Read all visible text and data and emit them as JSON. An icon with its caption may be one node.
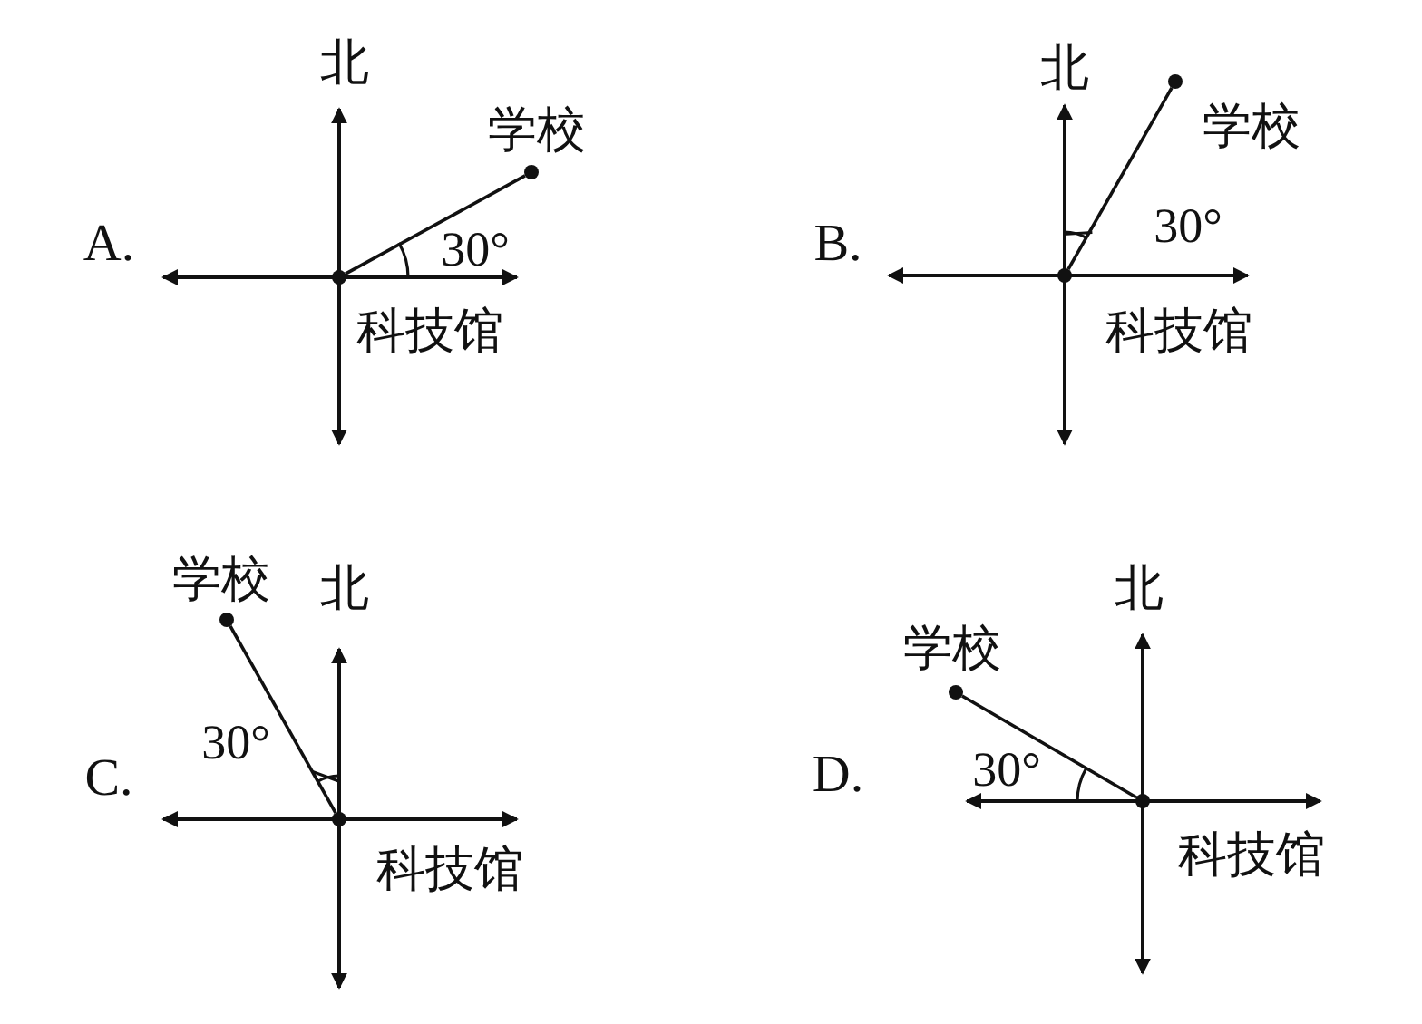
{
  "diagram": {
    "nodes": [
      {
        "text": [],
        "shape": "circle",
        "beside": [
          "科技馆"
        ]
      },
      {
        "text": [],
        "shape": "circle",
        "beside": [
          "学校"
        ]
      },
      {
        "text": [],
        "shape": "circle",
        "beside": [
          "科技馆"
        ]
      },
      {
        "text": [],
        "shape": "circle",
        "beside": [
          "学校"
        ]
      },
      {
        "text": [],
        "shape": "circle",
        "beside": [
          "科技馆"
        ]
      },
      {
        "text": [],
        "shape": "circle",
        "beside": [
          "学校"
        ]
      },
      {
        "text": [],
        "shape": "circle",
        "beside": [
          "科技馆"
        ]
      },
      {
        "text": [],
        "shape": "circle",
        "beside": [
          "学校"
        ]
      }
    ],
    "edges": [
      {
        "from": 0,
        "to": 1,
        "arrow": "none"
      },
      {
        "from": 2,
        "to": 3,
        "arrow": "none"
      },
      {
        "from": 4,
        "to": 5,
        "arrow": "none"
      },
      {
        "from": 6,
        "to": 7,
        "arrow": "none"
      }
    ],
    "labels": [
      "A.",
      "北",
      "30°",
      "B.",
      "北",
      "30°",
      "C.",
      "北",
      "30°",
      "D.",
      "北",
      "30°"
    ]
  }
}
